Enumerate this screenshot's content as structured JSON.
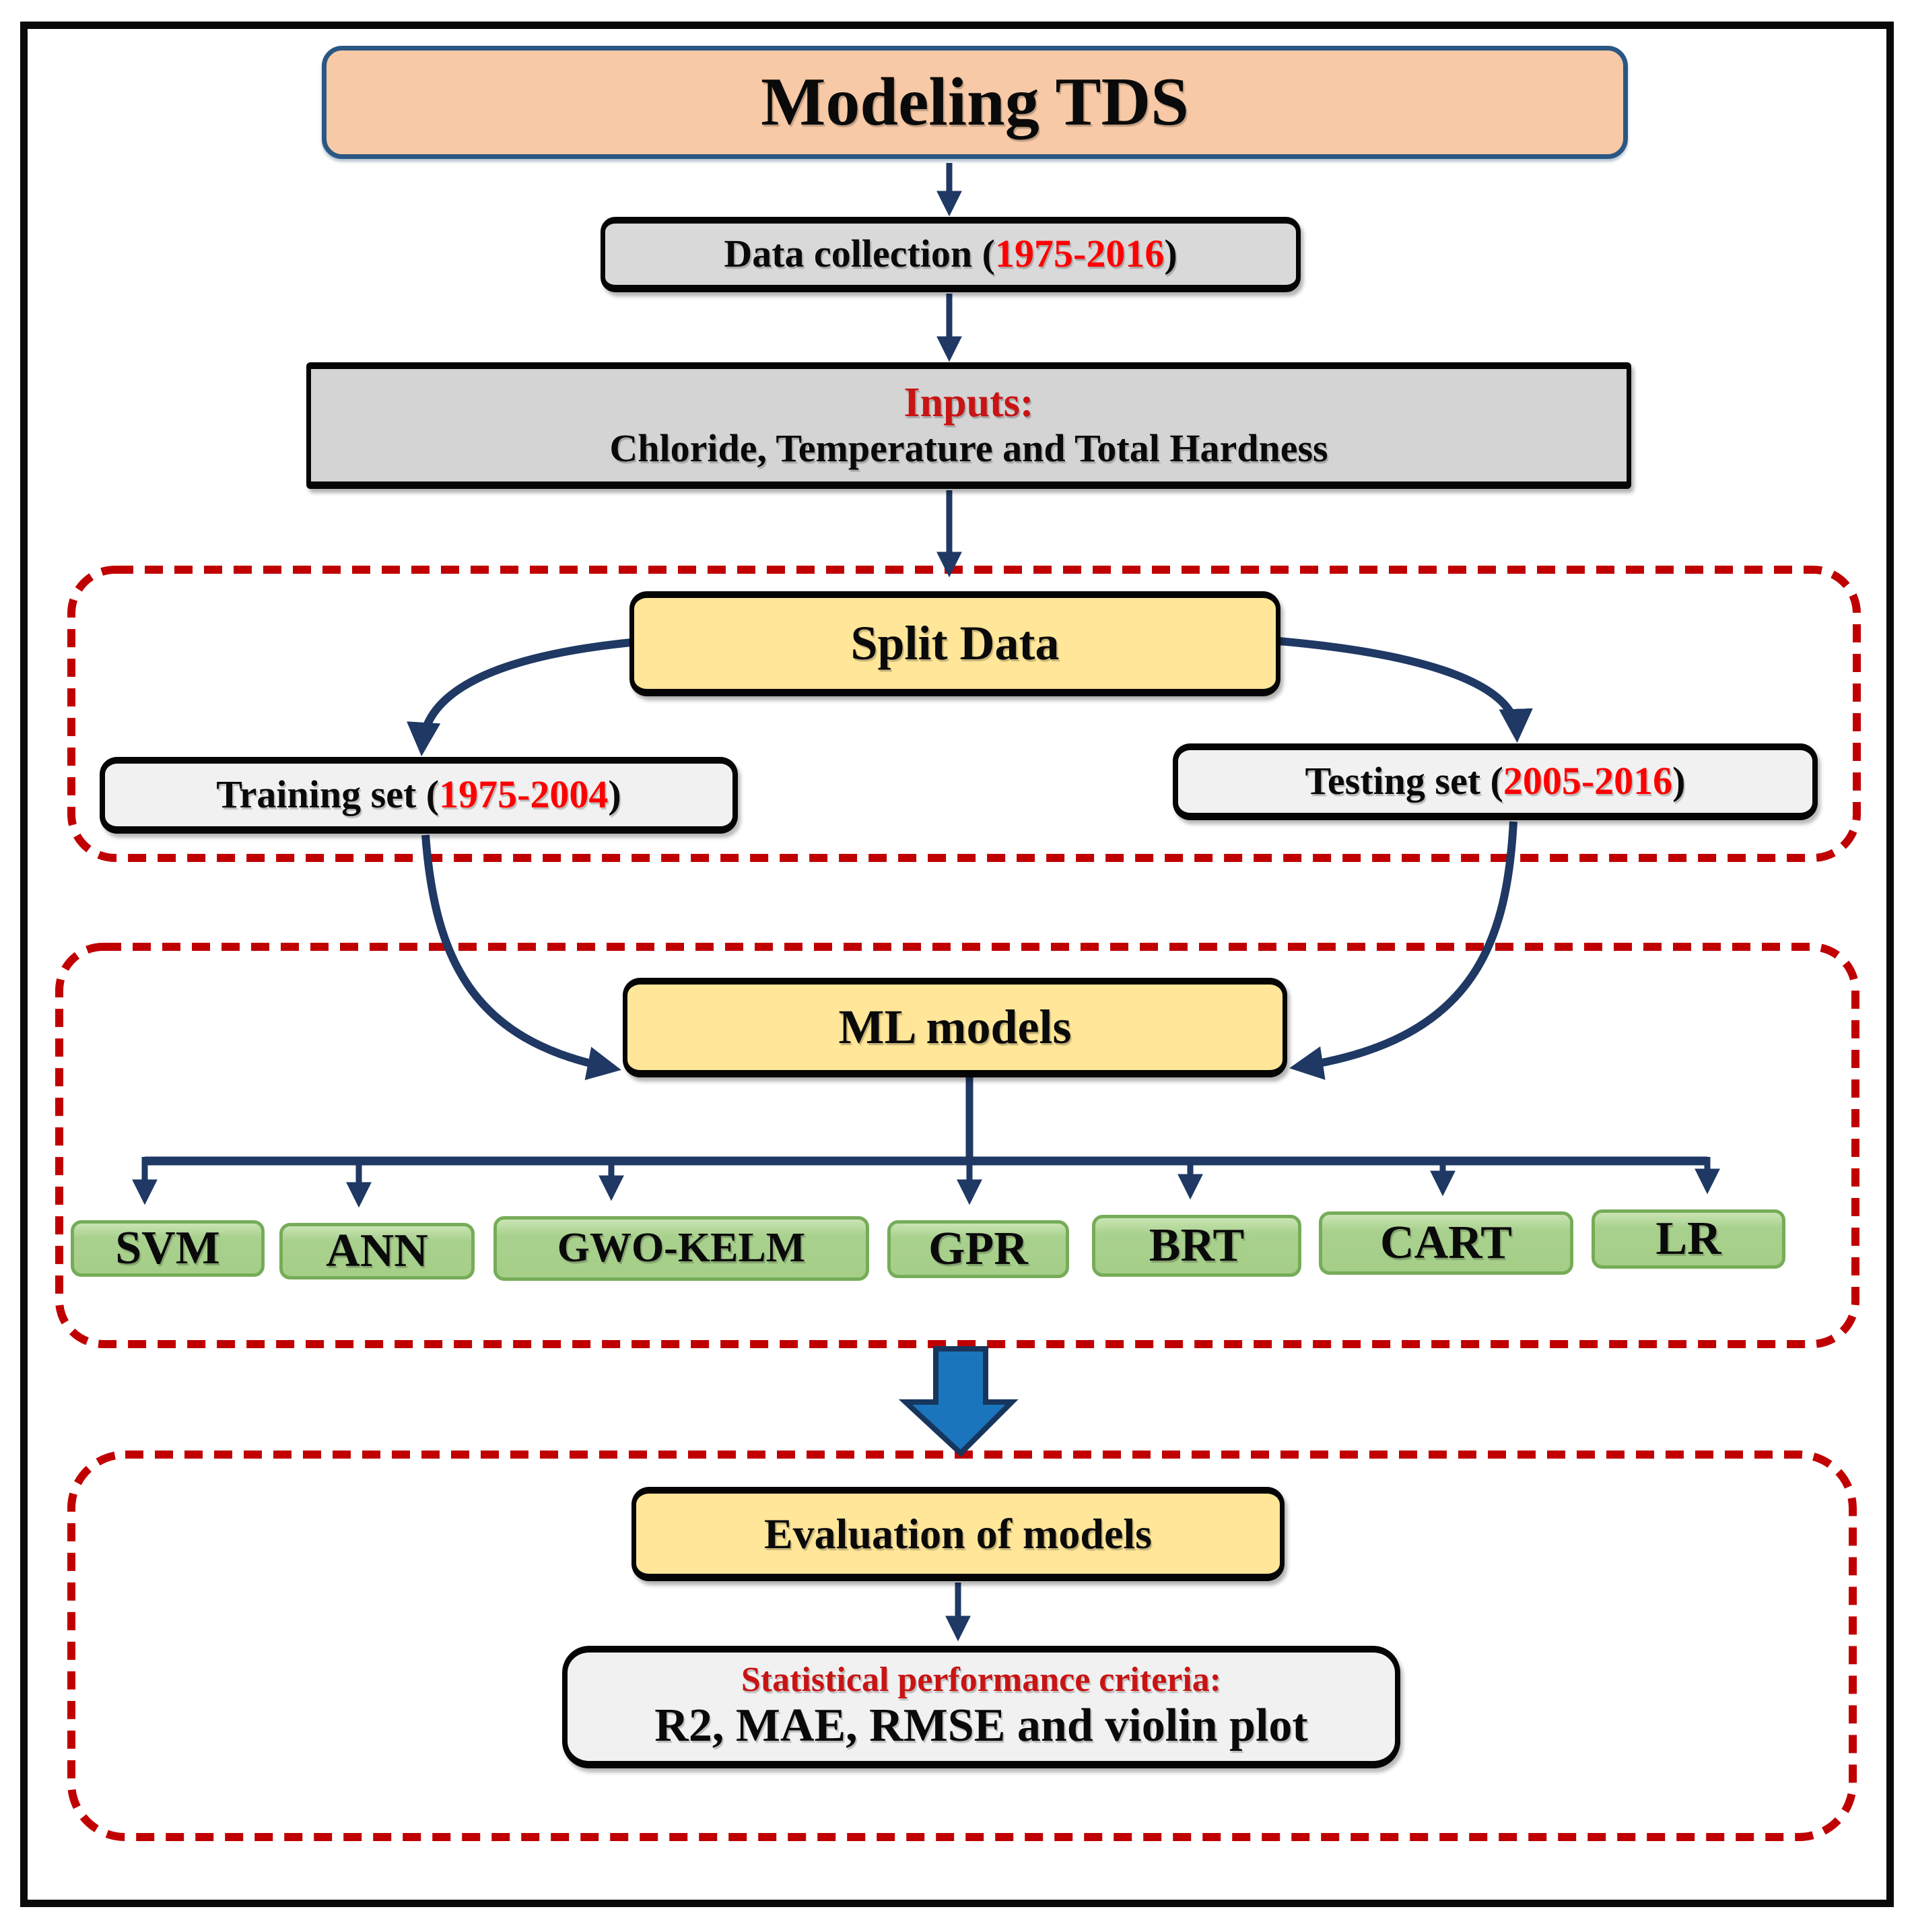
{
  "page": {
    "type": "flowchart",
    "subject": "Modeling TDS methodology"
  },
  "nodes": {
    "modeling_tds": {
      "label": "Modeling TDS"
    },
    "data_collection": {
      "prefix": "Data collection (",
      "years": "1975-2016",
      "suffix": ")"
    },
    "inputs": {
      "heading": "Inputs:",
      "body": "Chloride, Temperature and Total Hardness"
    },
    "split_data": {
      "label": "Split Data"
    },
    "training_set": {
      "prefix": "Training set (",
      "years": "1975-2004",
      "suffix": ")"
    },
    "testing_set": {
      "prefix": "Testing set (",
      "years": "2005-2016",
      "suffix": ")"
    },
    "ml_models": {
      "label": "ML models"
    },
    "evaluation": {
      "label": "Evaluation of models"
    },
    "criteria": {
      "heading": "Statistical performance criteria:",
      "body": "R2, MAE, RMSE and violin plot"
    }
  },
  "models": [
    {
      "label": "SVM"
    },
    {
      "label": "ANN"
    },
    {
      "label": "GWO-KELM"
    },
    {
      "label": "GPR"
    },
    {
      "label": "BRT"
    },
    {
      "label": "CART"
    },
    {
      "label": "LR"
    }
  ],
  "colors": {
    "title_fill": "#F7C9A6",
    "title_border": "#2A5783",
    "gray_fill": "#D9D9D9",
    "inputs_fill": "#D4D4D4",
    "light_fill": "#F1F1F1",
    "yellow_fill": "#FFE699",
    "green_fill": "#A9D18E",
    "green_border": "#76AC58",
    "years_red": "#FF0000",
    "heading_red": "#C81414",
    "dashed_red": "#C00000",
    "arrow_navy": "#1F3864",
    "block_arrow_fill": "#1B75BC",
    "block_arrow_border": "#17365D",
    "frame_black": "#0A0A0A"
  }
}
